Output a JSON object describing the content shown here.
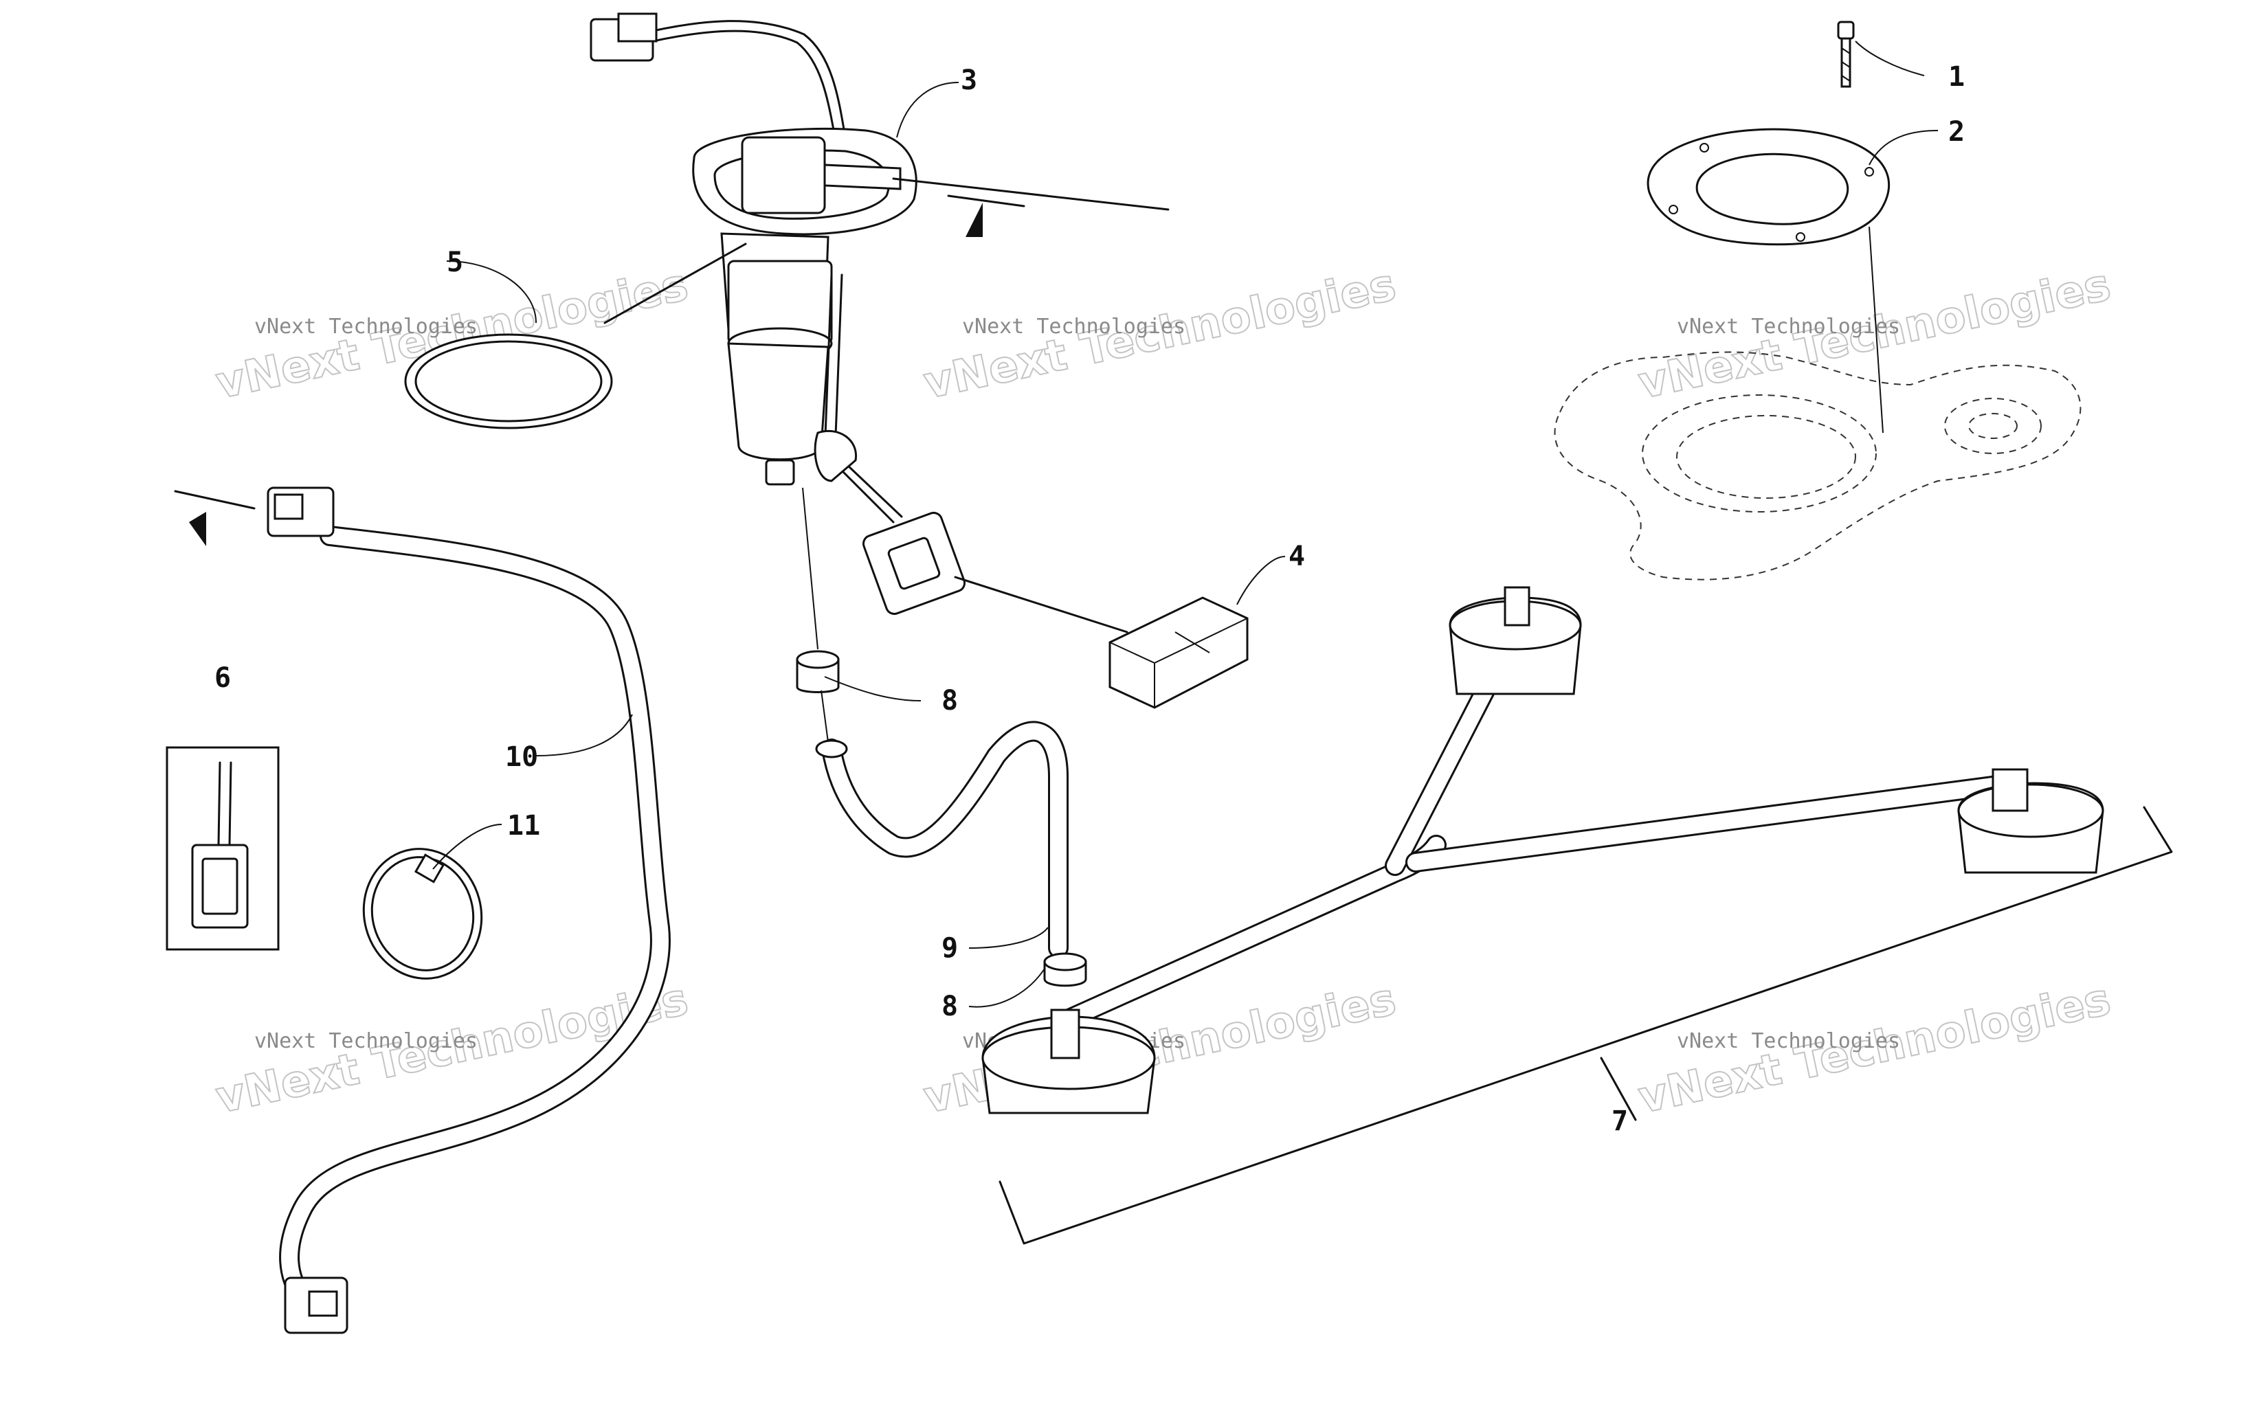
{
  "diagram": {
    "callouts": [
      "1",
      "2",
      "3",
      "4",
      "5",
      "6",
      "7",
      "8",
      "8",
      "9",
      "10",
      "11"
    ],
    "watermark_small": "vNext Technologies",
    "watermark_big": "vNext Technologies"
  }
}
